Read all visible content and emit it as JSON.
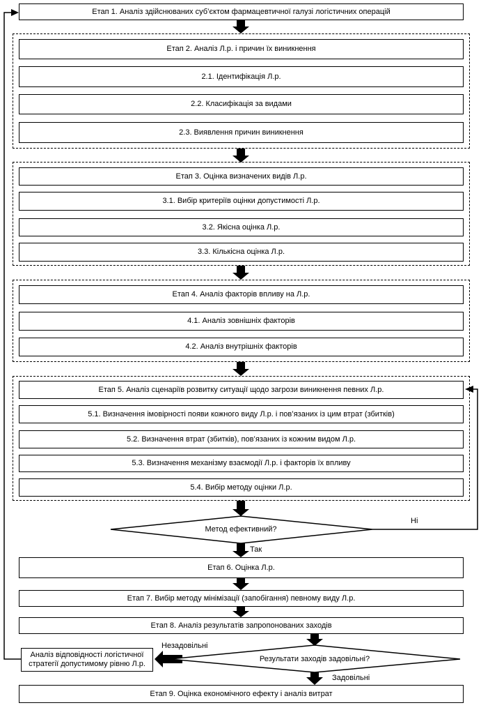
{
  "steps": {
    "stage1": "Етап 1. Аналіз здійснюваних суб’єктом фармацевтичної галузі логістичних операцій",
    "stage2": "Етап 2. Аналіз Л.р. і причин їх виникнення",
    "s2_1": "2.1. Ідентифікація Л.р.",
    "s2_2": "2.2. Класифікація за видами",
    "s2_3": "2.3. Виявлення причин виникнення",
    "stage3": "Етап 3. Оцінка визначених видів Л.р.",
    "s3_1": "3.1. Вибір критеріїв оцінки допустимості Л.р.",
    "s3_2": "3.2. Якісна оцінка Л.р.",
    "s3_3": "3.3. Кількісна оцінка Л.р.",
    "stage4": "Етап 4. Аналіз факторів впливу на Л.р.",
    "s4_1": "4.1. Аналіз зовнішніх факторів",
    "s4_2": "4.2. Аналіз внутрішніх факторів",
    "stage5": "Етап 5. Аналіз сценаріїв розвитку ситуації щодо загрози виникнення певних Л.р.",
    "s5_1": "5.1. Визначення імовірності появи кожного виду Л.р. і пов’язаних із цим втрат (збитків)",
    "s5_2": "5.2. Визначення втрат (збитків), пов’язаних із кожним видом Л.р.",
    "s5_3": "5.3. Визначення механізму взаємодії Л.р. і факторів їх впливу",
    "s5_4": "5.4. Вибір методу оцінки Л.р.",
    "decision1": "Метод ефективний?",
    "no1": "Ні",
    "yes1": "Так",
    "stage6": "Етап 6. Оцінка Л.р.",
    "stage7": "Етап 7. Вибір методу мінімізації (запобігання) певному виду Л.р.",
    "stage8": "Етап 8. Аналіз результатів запропонованих заходів",
    "decision2": "Результати заходів задовільні?",
    "unsatisfactory": "Незадовільні",
    "satisfactory": "Задовільні",
    "strategy": "Аналіз відповідності логістичної стратегії допустимому рівню Л.р.",
    "stage9": "Етап 9. Оцінка економічного ефекту і аналіз витрат"
  }
}
